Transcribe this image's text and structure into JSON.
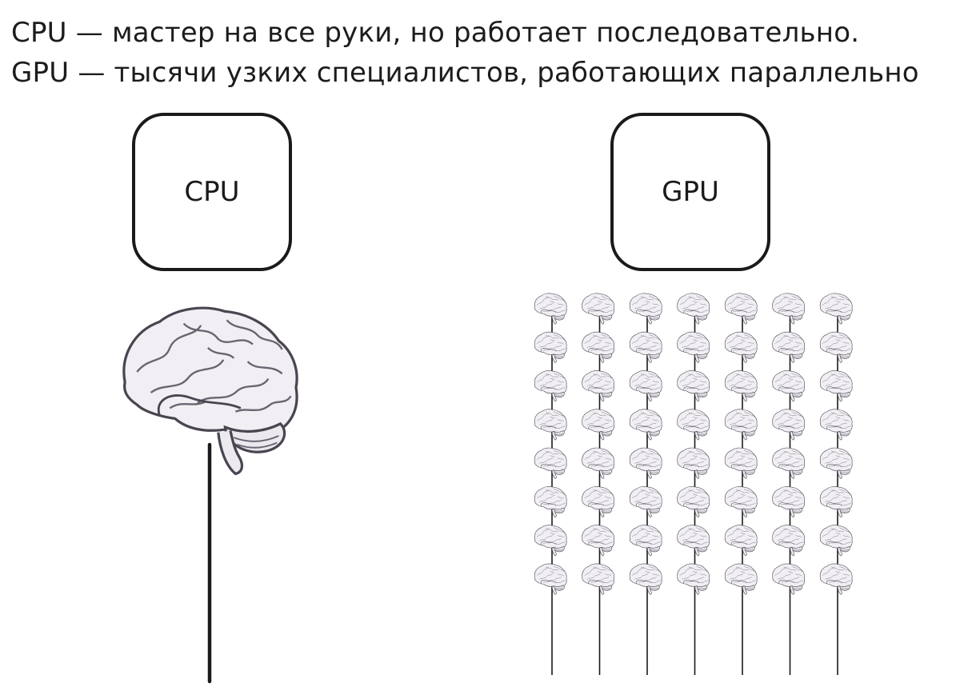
{
  "caption": {
    "line1": "CPU — мастер на все руки, но работает последовательно.",
    "line2": "GPU — тысячи узких специалистов, работающих параллельно"
  },
  "cpu": {
    "label": "CPU",
    "brain_count": 1,
    "line_count": 1
  },
  "gpu": {
    "label": "GPU",
    "columns": 7,
    "rows": 8
  },
  "colors": {
    "ink": "#1a1a1a",
    "brain_fill": "#f1eff3",
    "brain_stroke": "#4a4550",
    "brain_fold": "#6a6470",
    "background": "#ffffff"
  }
}
